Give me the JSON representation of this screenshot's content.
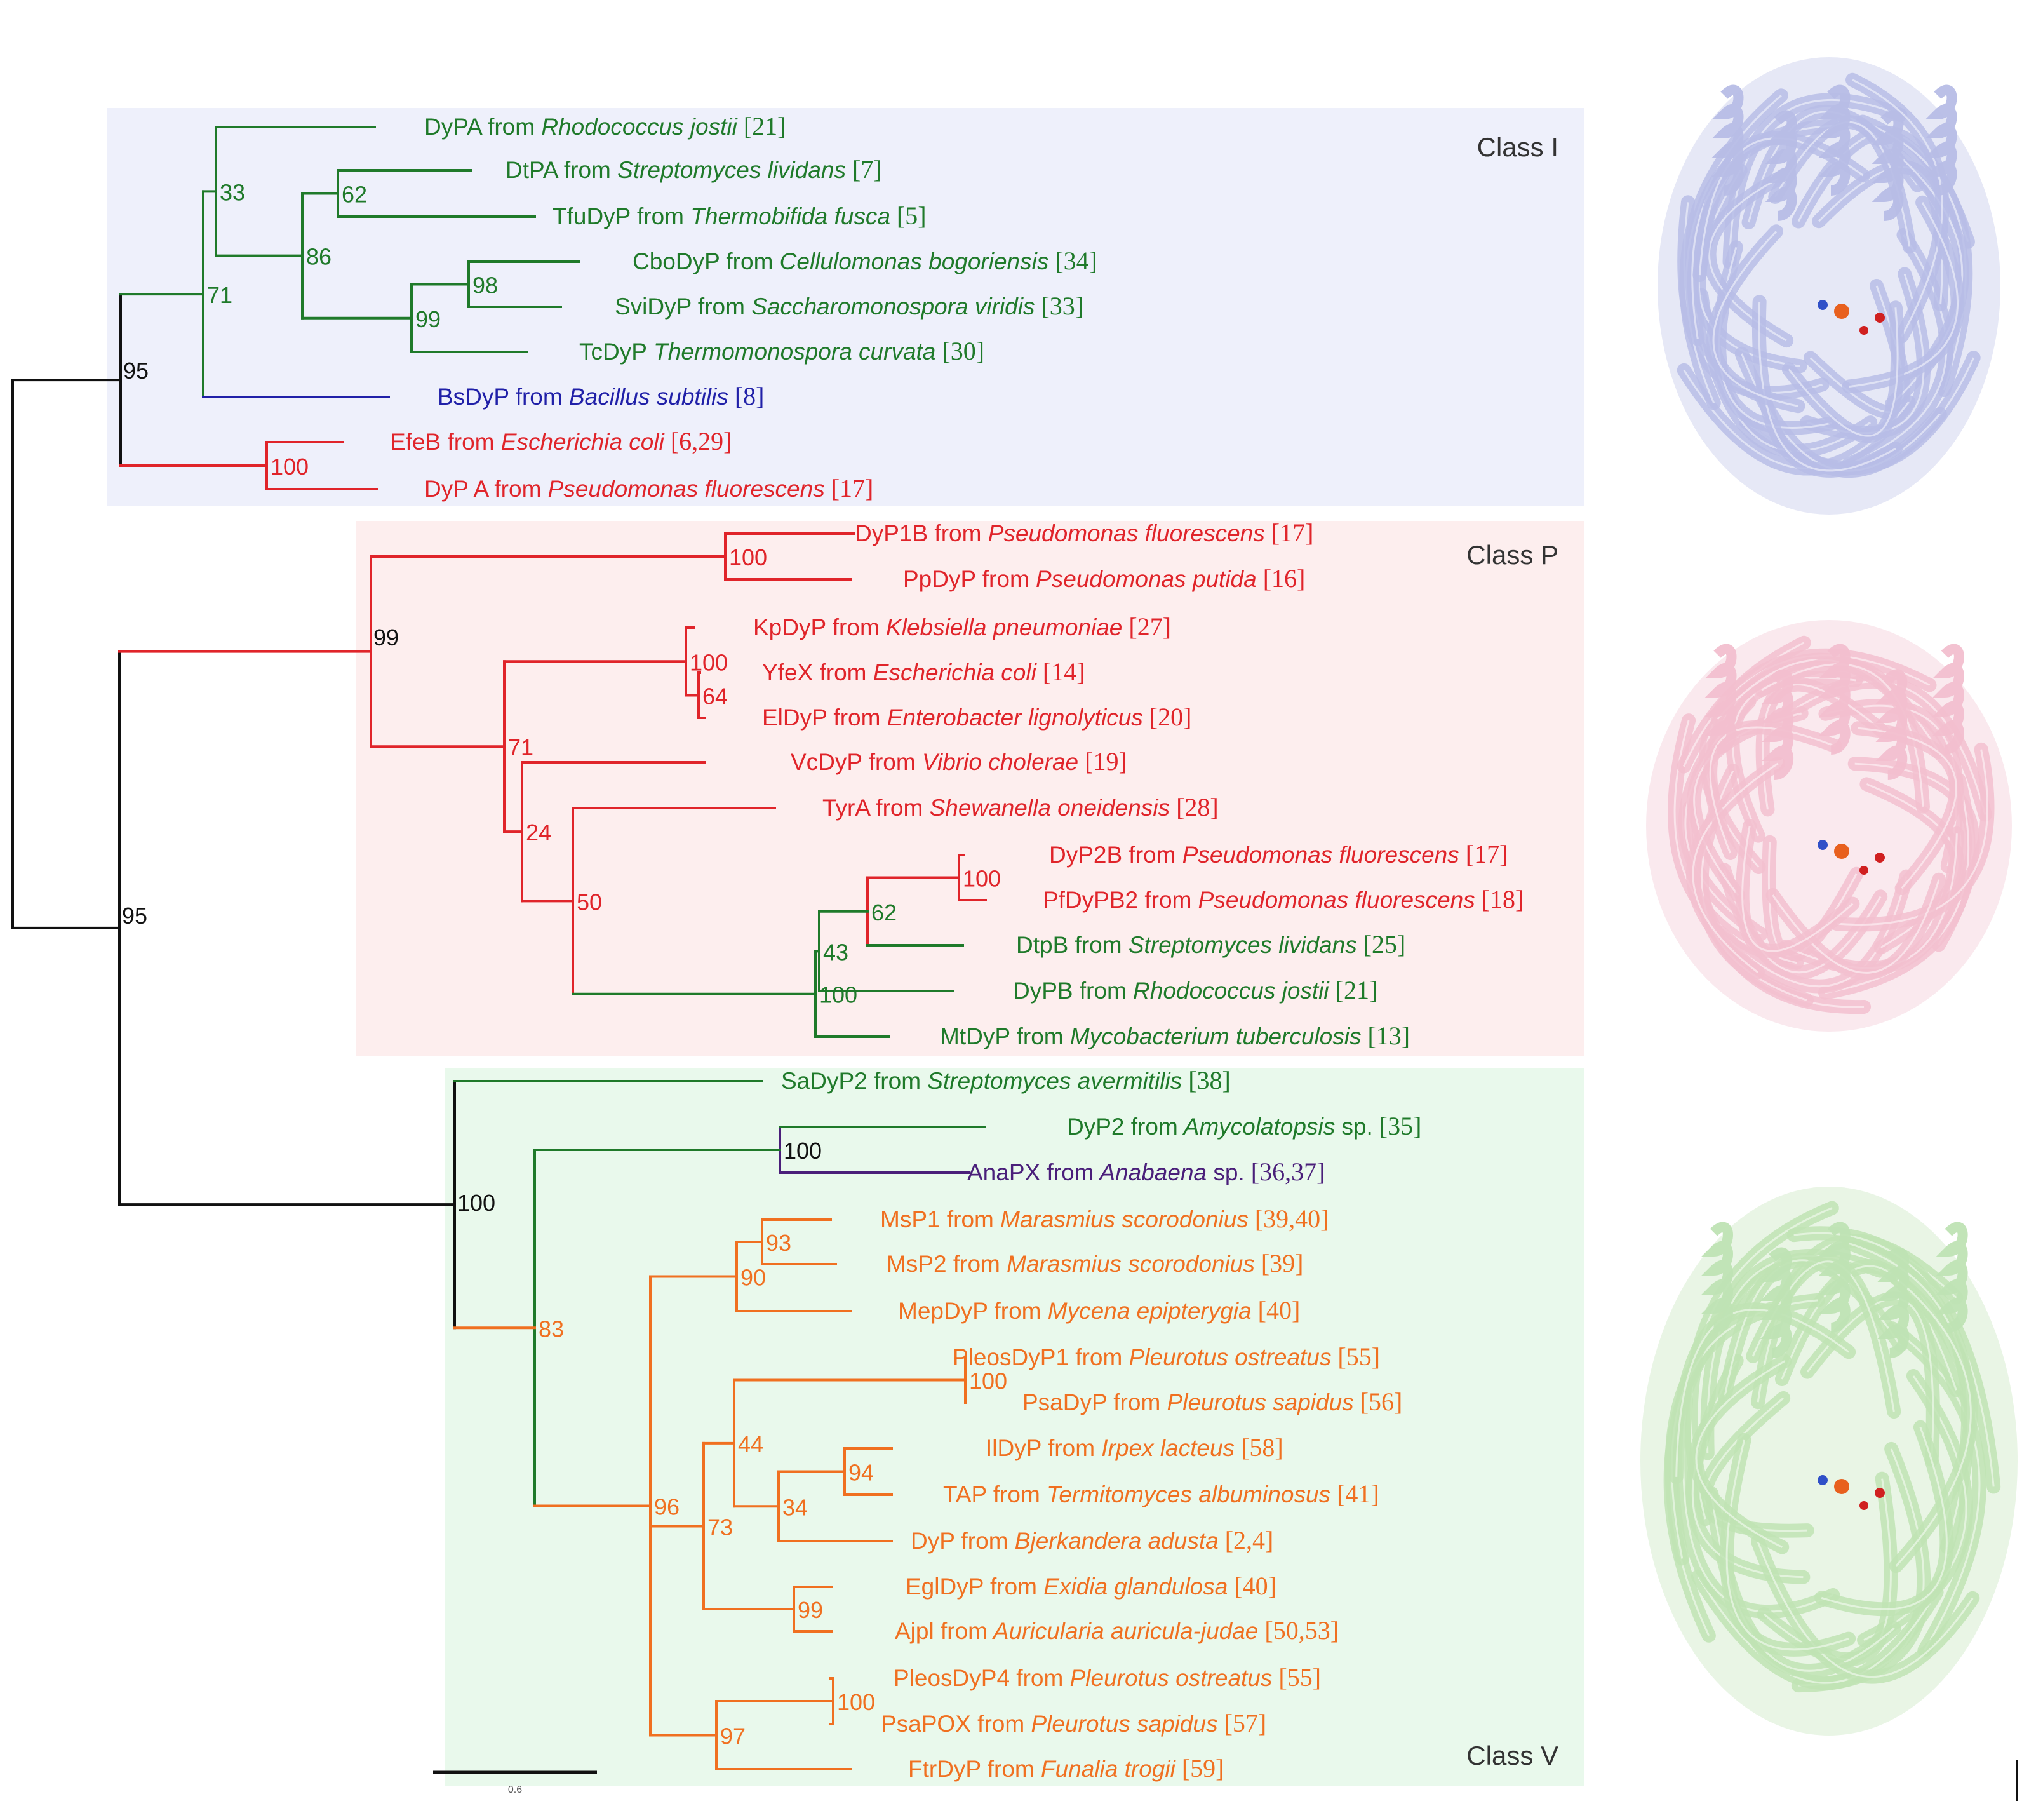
{
  "colors": {
    "green": "#1f7a2a",
    "red": "#e0242a",
    "blue": "#2020a8",
    "purple": "#4a1f7a",
    "orange": "#f07020",
    "black": "#111111",
    "class_i_box": "#eef0fb",
    "class_p_box": "#fdeeee",
    "class_v_box": "#e9f9ec",
    "protein_blue": "#b7bde6",
    "protein_pink": "#f2bfcf",
    "protein_green": "#bfe3b4"
  },
  "classes": [
    {
      "label": "Class I",
      "color": "class_i_box"
    },
    {
      "label": "Class P",
      "color": "class_p_box"
    },
    {
      "label": "Class V",
      "color": "class_v_box"
    }
  ],
  "leaves": [
    {
      "id": "DyPA_Rj",
      "name": "DyPA",
      "from": "from",
      "species": "Rhodococcus jostii",
      "ref": "[21]",
      "color": "green",
      "ref_color": "green"
    },
    {
      "id": "DtPA",
      "name": "DtPA",
      "from": "from",
      "species": "Streptomyces lividans",
      "ref": "[7]",
      "color": "green",
      "ref_color": "green"
    },
    {
      "id": "TfuDyP",
      "name": "TfuDyP",
      "from": "from",
      "species": "Thermobifida fusca",
      "ref": "[5]",
      "color": "green",
      "ref_color": "green"
    },
    {
      "id": "CboDyP",
      "name": "CboDyP",
      "from": "from",
      "species": "Cellulomonas bogoriensis",
      "ref": "[34]",
      "color": "green",
      "ref_color": "green"
    },
    {
      "id": "SviDyP",
      "name": "SviDyP",
      "from": "from",
      "species": "Saccharomonospora viridis",
      "ref": "[33]",
      "color": "green",
      "ref_color": "green"
    },
    {
      "id": "TcDyP",
      "name": "TcDyP",
      "from": "",
      "species": "Thermomonospora curvata",
      "ref": "[30]",
      "color": "green",
      "ref_color": "green"
    },
    {
      "id": "BsDyP",
      "name": "BsDyP",
      "from": "from",
      "species": "Bacillus subtilis",
      "ref": "[8]",
      "color": "blue",
      "ref_color": "blue"
    },
    {
      "id": "EfeB",
      "name": "EfeB",
      "from": "from",
      "species": "Escherichia coli",
      "ref": "[6,29]",
      "color": "red",
      "ref_color": "red"
    },
    {
      "id": "DyPA_Pf",
      "name": "DyP A",
      "from": "from",
      "species": "Pseudomonas fluorescens",
      "ref": "[17]",
      "color": "red",
      "ref_color": "red"
    },
    {
      "id": "DyP1B",
      "name": "DyP1B",
      "from": "from",
      "species": "Pseudomonas fluorescens",
      "ref": "[17]",
      "color": "red",
      "ref_color": "red"
    },
    {
      "id": "PpDyP",
      "name": "PpDyP",
      "from": "from",
      "species": "Pseudomonas putida",
      "ref": "[16]",
      "color": "red",
      "ref_color": "red"
    },
    {
      "id": "KpDyP",
      "name": "KpDyP",
      "from": "from",
      "species": "Klebsiella pneumoniae",
      "ref": "[27]",
      "color": "red",
      "ref_color": "red"
    },
    {
      "id": "YfeX",
      "name": "YfeX",
      "from": "from",
      "species": "Escherichia coli",
      "ref": "[14]",
      "color": "red",
      "ref_color": "red"
    },
    {
      "id": "ElDyP",
      "name": "ElDyP",
      "from": "from",
      "species": "Enterobacter lignolyticus",
      "ref": "[20]",
      "color": "red",
      "ref_color": "red"
    },
    {
      "id": "VcDyP",
      "name": "VcDyP",
      "from": "from",
      "species": "Vibrio cholerae",
      "ref": "[19]",
      "color": "red",
      "ref_color": "red"
    },
    {
      "id": "TyrA",
      "name": "TyrA",
      "from": "from",
      "species": "Shewanella oneidensis",
      "ref": "[28]",
      "color": "red",
      "ref_color": "red"
    },
    {
      "id": "DyP2B",
      "name": "DyP2B",
      "from": "from",
      "species": "Pseudomonas fluorescens",
      "ref": "[17]",
      "color": "red",
      "ref_color": "red"
    },
    {
      "id": "PfDyPB2",
      "name": "PfDyPB2",
      "from": "from",
      "species": "Pseudomonas fluorescens",
      "ref": "[18]",
      "color": "red",
      "ref_color": "red"
    },
    {
      "id": "DtpB",
      "name": "DtpB",
      "from": "from",
      "species": "Streptomyces lividans",
      "ref": "[25]",
      "color": "green",
      "ref_color": "green"
    },
    {
      "id": "DyPB",
      "name": "DyPB",
      "from": "from",
      "species": "Rhodococcus jostii",
      "ref": "[21]",
      "color": "green",
      "ref_color": "green"
    },
    {
      "id": "MtDyP",
      "name": "MtDyP",
      "from": "from",
      "species": "Mycobacterium tuberculosis",
      "ref": "[13]",
      "color": "green",
      "ref_color": "green"
    },
    {
      "id": "SaDyP2",
      "name": "SaDyP2",
      "from": "from",
      "species": "Streptomyces avermitilis",
      "ref": "[38]",
      "color": "green",
      "ref_color": "green"
    },
    {
      "id": "DyP2",
      "name": "DyP2",
      "from": "from",
      "species": "Amycolatopsis",
      "suffix": "sp.",
      "ref": "[35]",
      "color": "green",
      "ref_color": "green"
    },
    {
      "id": "AnaPX",
      "name": "AnaPX",
      "from": "from",
      "species": "Anabaena",
      "suffix": "sp.",
      "ref": "[36,37]",
      "color": "purple",
      "ref_color": "purple"
    },
    {
      "id": "MsP1",
      "name": "MsP1",
      "from": "from",
      "species": "Marasmius scorodonius",
      "ref": "[39,40]",
      "color": "orange",
      "ref_color": "orange"
    },
    {
      "id": "MsP2",
      "name": "MsP2",
      "from": "from",
      "species": "Marasmius scorodonius",
      "ref": "[39]",
      "color": "orange",
      "ref_color": "orange"
    },
    {
      "id": "MepDyP",
      "name": "MepDyP",
      "from": "from",
      "species": "Mycena epipterygia",
      "ref": "[40]",
      "color": "orange",
      "ref_color": "orange"
    },
    {
      "id": "PleosDyP1",
      "name": "PleosDyP1",
      "from": "from",
      "species": "Pleurotus ostreatus",
      "ref": "[55]",
      "color": "orange",
      "ref_color": "orange"
    },
    {
      "id": "PsaDyP",
      "name": "PsaDyP",
      "from": "from",
      "species": "Pleurotus sapidus",
      "ref": "[56]",
      "color": "orange",
      "ref_color": "orange"
    },
    {
      "id": "IlDyP",
      "name": "IlDyP",
      "from": "from",
      "species": "Irpex lacteus",
      "ref": "[58]",
      "color": "orange",
      "ref_color": "orange"
    },
    {
      "id": "TAP",
      "name": "TAP",
      "from": "from",
      "species": "Termitomyces albuminosus",
      "ref": "[41]",
      "color": "orange",
      "ref_color": "orange"
    },
    {
      "id": "DyP_Ba",
      "name": "DyP",
      "from": "from",
      "species": "Bjerkandera adusta",
      "ref": "[2,4]",
      "color": "orange",
      "ref_color": "orange"
    },
    {
      "id": "EglDyP",
      "name": "EglDyP",
      "from": "from",
      "species": "Exidia glandulosa",
      "ref": "[40]",
      "color": "orange",
      "ref_color": "orange"
    },
    {
      "id": "Ajpl",
      "name": "Ajpl",
      "from": "from",
      "species": "Auricularia auricula-judae",
      "ref": "[50,53]",
      "color": "orange",
      "ref_color": "orange"
    },
    {
      "id": "PleosDyP4",
      "name": "PleosDyP4",
      "from": "from",
      "species": "Pleurotus ostreatus",
      "ref": "[55]",
      "color": "orange",
      "ref_color": "orange"
    },
    {
      "id": "PsaPOX",
      "name": "PsaPOX",
      "from": "from",
      "species": "Pleurotus sapidus",
      "ref": "[57]",
      "color": "orange",
      "ref_color": "orange"
    },
    {
      "id": "FtrDyP",
      "name": "FtrDyP",
      "from": "from",
      "species": "Funalia trogii",
      "ref": "[59]",
      "color": "orange",
      "ref_color": "orange"
    }
  ],
  "nodes": [
    {
      "id": "n33",
      "support": "33",
      "color": "green"
    },
    {
      "id": "n62",
      "support": "62",
      "color": "green"
    },
    {
      "id": "n86",
      "support": "86",
      "color": "green"
    },
    {
      "id": "n98",
      "support": "98",
      "color": "green"
    },
    {
      "id": "n99g",
      "support": "99",
      "color": "green"
    },
    {
      "id": "n71g",
      "support": "71",
      "color": "green"
    },
    {
      "id": "n100ec",
      "support": "100",
      "color": "red"
    },
    {
      "id": "n95top",
      "support": "95",
      "color": "black"
    },
    {
      "id": "n100pf",
      "support": "100",
      "color": "red"
    },
    {
      "id": "n100kp",
      "support": "100",
      "color": "red"
    },
    {
      "id": "n64",
      "support": "64",
      "color": "red"
    },
    {
      "id": "n71r",
      "support": "71",
      "color": "red"
    },
    {
      "id": "n24",
      "support": "24",
      "color": "red"
    },
    {
      "id": "n50",
      "support": "50",
      "color": "red"
    },
    {
      "id": "n100dyp2b",
      "support": "100",
      "color": "red"
    },
    {
      "id": "n62g",
      "support": "62",
      "color": "green"
    },
    {
      "id": "n43",
      "support": "43",
      "color": "green"
    },
    {
      "id": "n100dtp",
      "support": "100",
      "color": "green"
    },
    {
      "id": "n99p",
      "support": "99",
      "color": "black"
    },
    {
      "id": "n100ana",
      "support": "100",
      "color": "black"
    },
    {
      "id": "n93",
      "support": "93",
      "color": "orange"
    },
    {
      "id": "n90",
      "support": "90",
      "color": "orange"
    },
    {
      "id": "n100pl",
      "support": "100",
      "color": "orange"
    },
    {
      "id": "n94",
      "support": "94",
      "color": "orange"
    },
    {
      "id": "n34",
      "support": "34",
      "color": "orange"
    },
    {
      "id": "n44",
      "support": "44",
      "color": "orange"
    },
    {
      "id": "n73",
      "support": "73",
      "color": "orange"
    },
    {
      "id": "n99e",
      "support": "99",
      "color": "orange"
    },
    {
      "id": "n100ps",
      "support": "100",
      "color": "orange"
    },
    {
      "id": "n97",
      "support": "97",
      "color": "orange"
    },
    {
      "id": "n96",
      "support": "96",
      "color": "orange"
    },
    {
      "id": "n83",
      "support": "83",
      "color": "orange"
    },
    {
      "id": "n100v",
      "support": "100",
      "color": "black"
    },
    {
      "id": "n95mid",
      "support": "95",
      "color": "black"
    }
  ],
  "scale_bar": {
    "label": "0.6"
  }
}
